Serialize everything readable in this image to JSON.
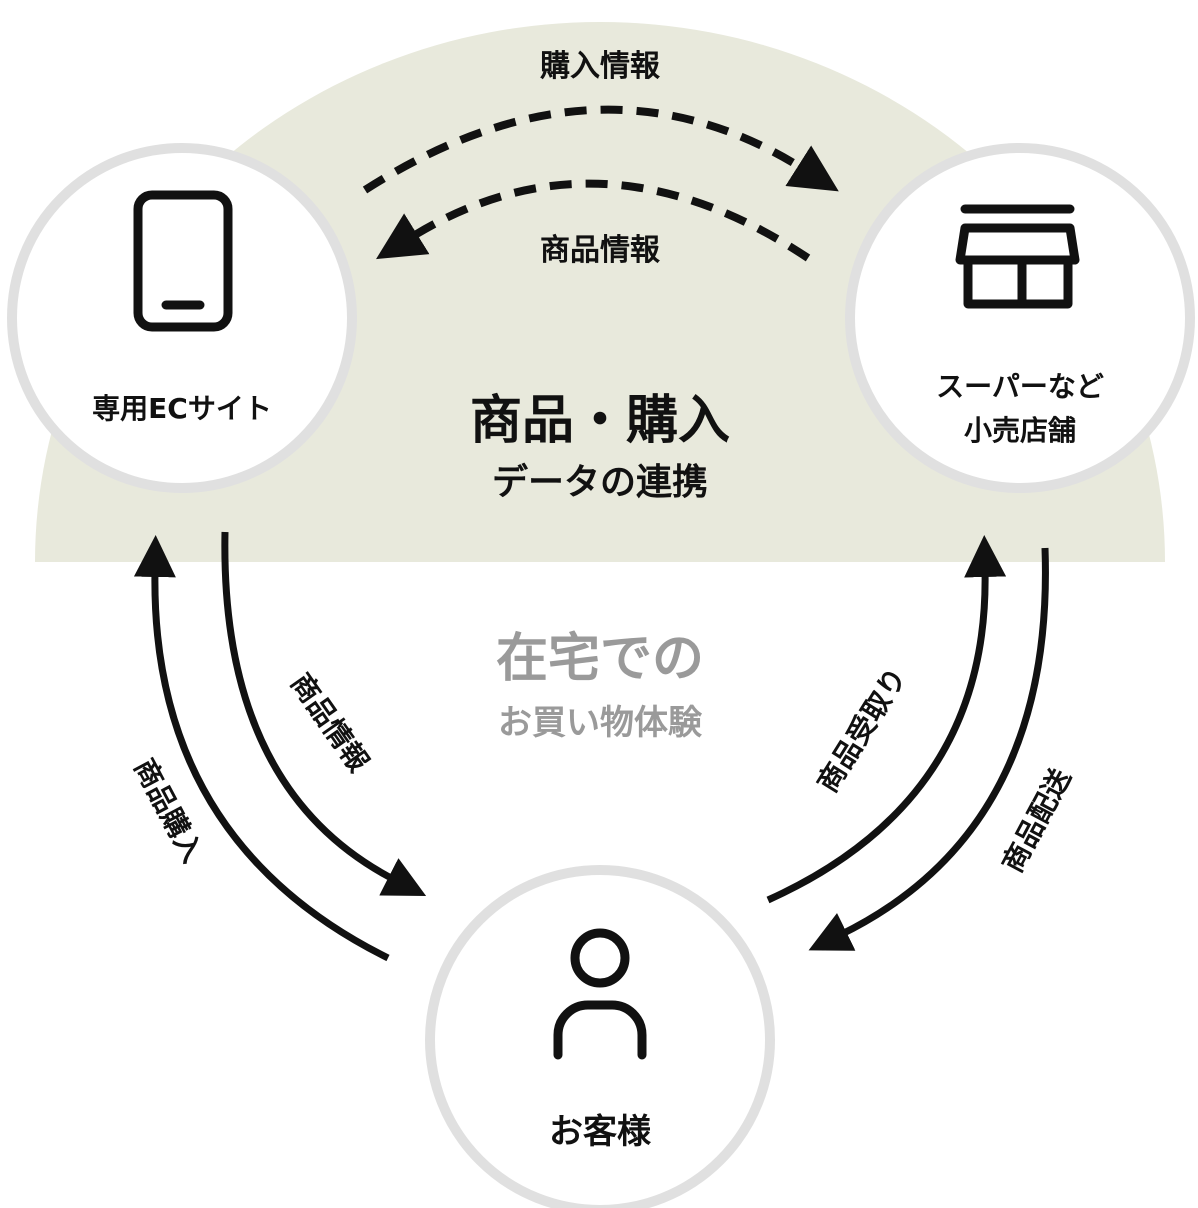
{
  "colors": {
    "backdrop": "#e8e9dc",
    "ring": "#e0e0e0",
    "ink": "#111111",
    "muted": "#9a9a9a"
  },
  "nodes": {
    "ec_site": {
      "label": "専用ECサイト",
      "icon": "smartphone-icon"
    },
    "store": {
      "line1": "スーパーなど",
      "line2": "小売店舗",
      "icon": "store-icon"
    },
    "customer": {
      "label": "お客様",
      "icon": "person-icon"
    }
  },
  "center_top": {
    "line1": "商品・購入",
    "line2": "データの連携"
  },
  "center_bottom": {
    "line1": "在宅での",
    "line2": "お買い物体験"
  },
  "flows": {
    "purchase_info": "購入情報",
    "product_info_top": "商品情報",
    "product_info_left": "商品情報",
    "product_purchase": "商品購入",
    "product_pickup": "商品受取り",
    "product_delivery": "商品配送"
  }
}
